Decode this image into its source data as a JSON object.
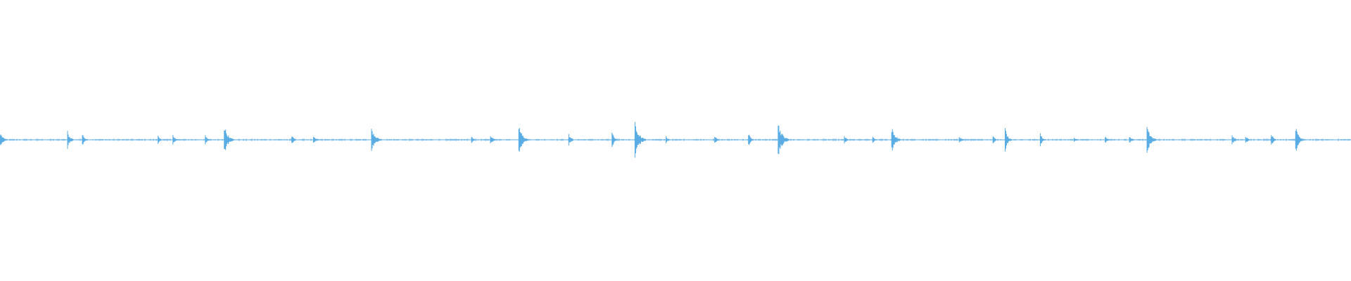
{
  "waveform": {
    "color": "#5aace4",
    "background": "#ffffff",
    "duration_fraction_markers": [],
    "baseline_amplitude": 0.004,
    "bursts": [
      {
        "t": 0.0,
        "amp": 0.03,
        "decay": 0.006
      },
      {
        "t": 0.05,
        "amp": 0.035,
        "decay": 0.005
      },
      {
        "t": 0.061,
        "amp": 0.025,
        "decay": 0.004
      },
      {
        "t": 0.117,
        "amp": 0.018,
        "decay": 0.004
      },
      {
        "t": 0.128,
        "amp": 0.022,
        "decay": 0.004
      },
      {
        "t": 0.152,
        "amp": 0.018,
        "decay": 0.004
      },
      {
        "t": 0.166,
        "amp": 0.06,
        "decay": 0.007
      },
      {
        "t": 0.216,
        "amp": 0.02,
        "decay": 0.004
      },
      {
        "t": 0.232,
        "amp": 0.014,
        "decay": 0.006
      },
      {
        "t": 0.275,
        "amp": 0.055,
        "decay": 0.007
      },
      {
        "t": 0.349,
        "amp": 0.014,
        "decay": 0.004
      },
      {
        "t": 0.363,
        "amp": 0.02,
        "decay": 0.005
      },
      {
        "t": 0.384,
        "amp": 0.06,
        "decay": 0.007
      },
      {
        "t": 0.421,
        "amp": 0.022,
        "decay": 0.005
      },
      {
        "t": 0.453,
        "amp": 0.035,
        "decay": 0.004
      },
      {
        "t": 0.47,
        "amp": 0.065,
        "decay": 0.008
      },
      {
        "t": 0.493,
        "amp": 0.015,
        "decay": 0.004
      },
      {
        "t": 0.529,
        "amp": 0.018,
        "decay": 0.004
      },
      {
        "t": 0.554,
        "amp": 0.025,
        "decay": 0.005
      },
      {
        "t": 0.576,
        "amp": 0.07,
        "decay": 0.008
      },
      {
        "t": 0.625,
        "amp": 0.02,
        "decay": 0.004
      },
      {
        "t": 0.646,
        "amp": 0.015,
        "decay": 0.004
      },
      {
        "t": 0.66,
        "amp": 0.05,
        "decay": 0.007
      },
      {
        "t": 0.71,
        "amp": 0.012,
        "decay": 0.006
      },
      {
        "t": 0.735,
        "amp": 0.018,
        "decay": 0.004
      },
      {
        "t": 0.744,
        "amp": 0.045,
        "decay": 0.005
      },
      {
        "t": 0.77,
        "amp": 0.025,
        "decay": 0.005
      },
      {
        "t": 0.795,
        "amp": 0.012,
        "decay": 0.004
      },
      {
        "t": 0.818,
        "amp": 0.016,
        "decay": 0.005
      },
      {
        "t": 0.836,
        "amp": 0.018,
        "decay": 0.004
      },
      {
        "t": 0.849,
        "amp": 0.065,
        "decay": 0.007
      },
      {
        "t": 0.912,
        "amp": 0.02,
        "decay": 0.005
      },
      {
        "t": 0.922,
        "amp": 0.018,
        "decay": 0.004
      },
      {
        "t": 0.941,
        "amp": 0.028,
        "decay": 0.004
      },
      {
        "t": 0.959,
        "amp": 0.05,
        "decay": 0.006
      }
    ]
  }
}
